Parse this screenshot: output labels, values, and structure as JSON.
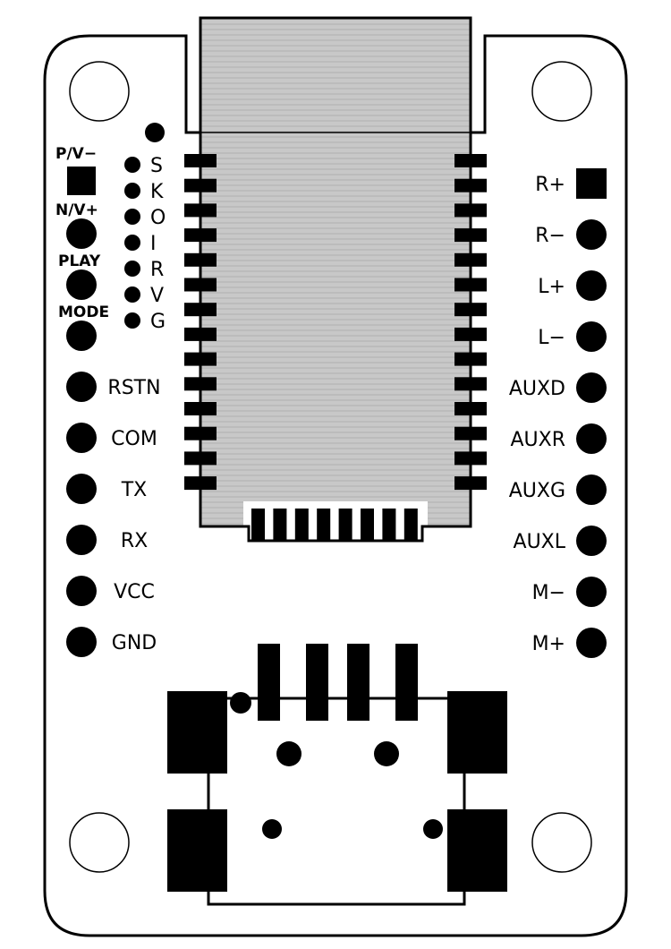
{
  "colors": {
    "ink": "#000000",
    "board": "#ffffff",
    "module_fill": "#c8c8c8",
    "hatch": "#b4b4b4"
  },
  "buttons": {
    "pv_minus": "P/V−",
    "nv_plus": "N/V+",
    "play": "PLAY",
    "mode": "MODE"
  },
  "vertical_labels": [
    "S",
    "K",
    "O",
    "I",
    "R",
    "V",
    "G"
  ],
  "left_pads": [
    "RSTN",
    "COM",
    "TX",
    "RX",
    "VCC",
    "GND"
  ],
  "right_pads": [
    "R+",
    "R−",
    "L+",
    "L−",
    "AUXD",
    "AUXR",
    "AUXG",
    "AUXL",
    "M−",
    "M+"
  ]
}
